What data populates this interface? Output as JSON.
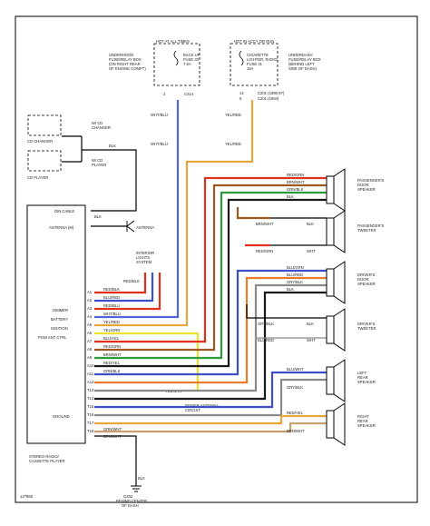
{
  "colors": {
    "red": "#e0301e",
    "blue": "#3c4fc9",
    "yellow": "#f0d41a",
    "orange": "#e8a53a",
    "brown": "#9a5a22",
    "black": "#1a1a1a",
    "white": "#ffffff",
    "gray": "#8a8a8a",
    "green": "#2d9a3a",
    "pink": "#e67fa6",
    "tan": "#c8a070",
    "violet": "#7a4fc9",
    "lightgreen": "#4fd14f"
  },
  "labels": {
    "fuse_left_header": "HOT AT ALL TIMES",
    "fuse_right_header": "HOT IN ACCY OR RUN",
    "left_fuse_box_desc": "UNDERHOOD FUSE/RELAY BOX (ON RIGHT REAR OF ENGINE COMPT)",
    "back_up_fuse": "BACK UP FUSE 33 7.5A",
    "cig_fuse": "CIGARETTE LIGHTER, RADIO FUSE 31 15A",
    "right_fuse_box_desc": "UNDERDASH FUSE/RELAY BOX (BEHIND LEFT SIDE OF DASH)",
    "c214": "C214",
    "c201_top": "C201  (1996-97)",
    "c201_bot": "C201  (1994)",
    "pin_2": "2",
    "pin_14": "14",
    "pin_5": "5",
    "wht_blu_1": "WHT/BLU",
    "wht_blu_2": "WHT/BLU",
    "yel_red_1": "YEL/RED",
    "yel_red_2": "YEL/RED",
    "cd_changer": "CD CHANGER",
    "cd_player": "CD PLAYER",
    "w_cd_changer": "W/ CD CHANGER",
    "w_cd_player": "W/ CD PLAYER",
    "dim_cable": "DIN CABLE",
    "antenna_m": "ANTENNA (M)",
    "antenna": "ANTENNA",
    "blk1": "BLK",
    "blk2": "BLK",
    "interior_lights": "INTERIOR LIGHTS SYSTEM",
    "red_ble": "RED/BLE",
    "dimmer": "DIMMER",
    "battery": "BATTERY",
    "ignition": "IGNITION",
    "pow_ant_ctrl": "POW ANT CTRL",
    "ground": "GROUND",
    "radio_title": "STEREO RADIO CASSETTE PLAYER",
    "yel_grn": "YEL/GRN",
    "power_antenna": "POWER ANTENNA CIRCUIT",
    "blk3": "BLK",
    "g202": "G202 BEHIND CENTER OF DASH",
    "spk_pass_door": "PASSENGER'S DOOR SPEAKER",
    "spk_pass_tweeter": "PASSENGER'S TWEETER",
    "spk_driver_door": "DRIVER'S DOOR SPEAKER",
    "spk_driver_tweeter": "DRIVER'S TWEETER",
    "spk_left_rear": "LEFT REAR SPEAKER",
    "spk_right_rear": "RIGHT REAR SPEAKER",
    "w_red_grn": "RED/GRN",
    "w_brn_wht": "BRN/WHT",
    "w_grn_blk": "GRN/BLK",
    "w_blk": "BLK",
    "w_brn_wht2": "BRN/WHT",
    "w_wht": "WHT",
    "w_blu_grn": "BLU/GRN",
    "w_blu_red": "BLU/RED",
    "w_gry_blk": "GRY/BLK",
    "w_blk2": "BLK",
    "w_blu_red2": "BLU/RED",
    "w_blu_wht": "BLU/WHT",
    "w_gry_blk2": "GRY/BLK",
    "w_red_yel": "RED/YEL",
    "w_wht2": "WHT",
    "w_grn_wht": "GRN/WHT",
    "r_red_blk": "RED/BLK",
    "r_blu_red": "BLU/RED",
    "r_red_blu": "RED/BLU",
    "r_wht_blu": "WHT/BLU",
    "r_yel_red": "YEL/RED",
    "r_yel_grn": "YEL/GRN",
    "r_blu_yel": "BLU/YEL",
    "r_red_grn": "RED/GRN",
    "r_brn_wht": "BRN/WHT",
    "r_red_yel": "RED/YEL",
    "r_grn_blk": "GRN/BLK",
    "r_blk": "BLK",
    "r_grn_wht": "GRN/WHT",
    "r_brn_wht2": "BRN/WHT",
    "footer_id": "127968"
  }
}
